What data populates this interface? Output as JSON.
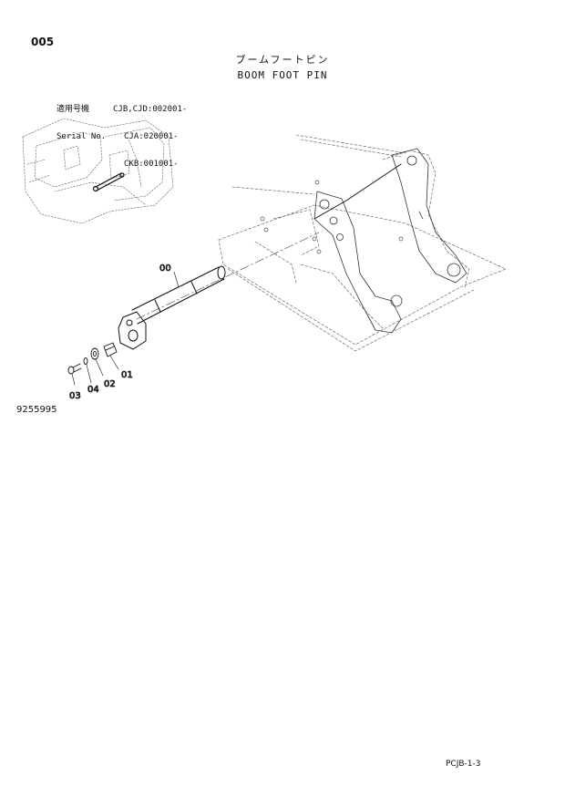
{
  "header": {
    "page_number": "005",
    "title_jp": "ブームフートピン",
    "title_en": "BOOM FOOT PIN"
  },
  "serial": {
    "label_jp": "適用号機",
    "label_en": "Serial No.",
    "ranges": [
      "CJB,CJD:002001-",
      "CJA:020001-",
      "CKB:001001-"
    ]
  },
  "callouts": {
    "pin": "00",
    "plate": "01",
    "washer": "02",
    "bolt": "03",
    "lock_washer": "04"
  },
  "footer": {
    "drawing_number": "9255995",
    "sheet_code": "PCJB-1-3"
  }
}
